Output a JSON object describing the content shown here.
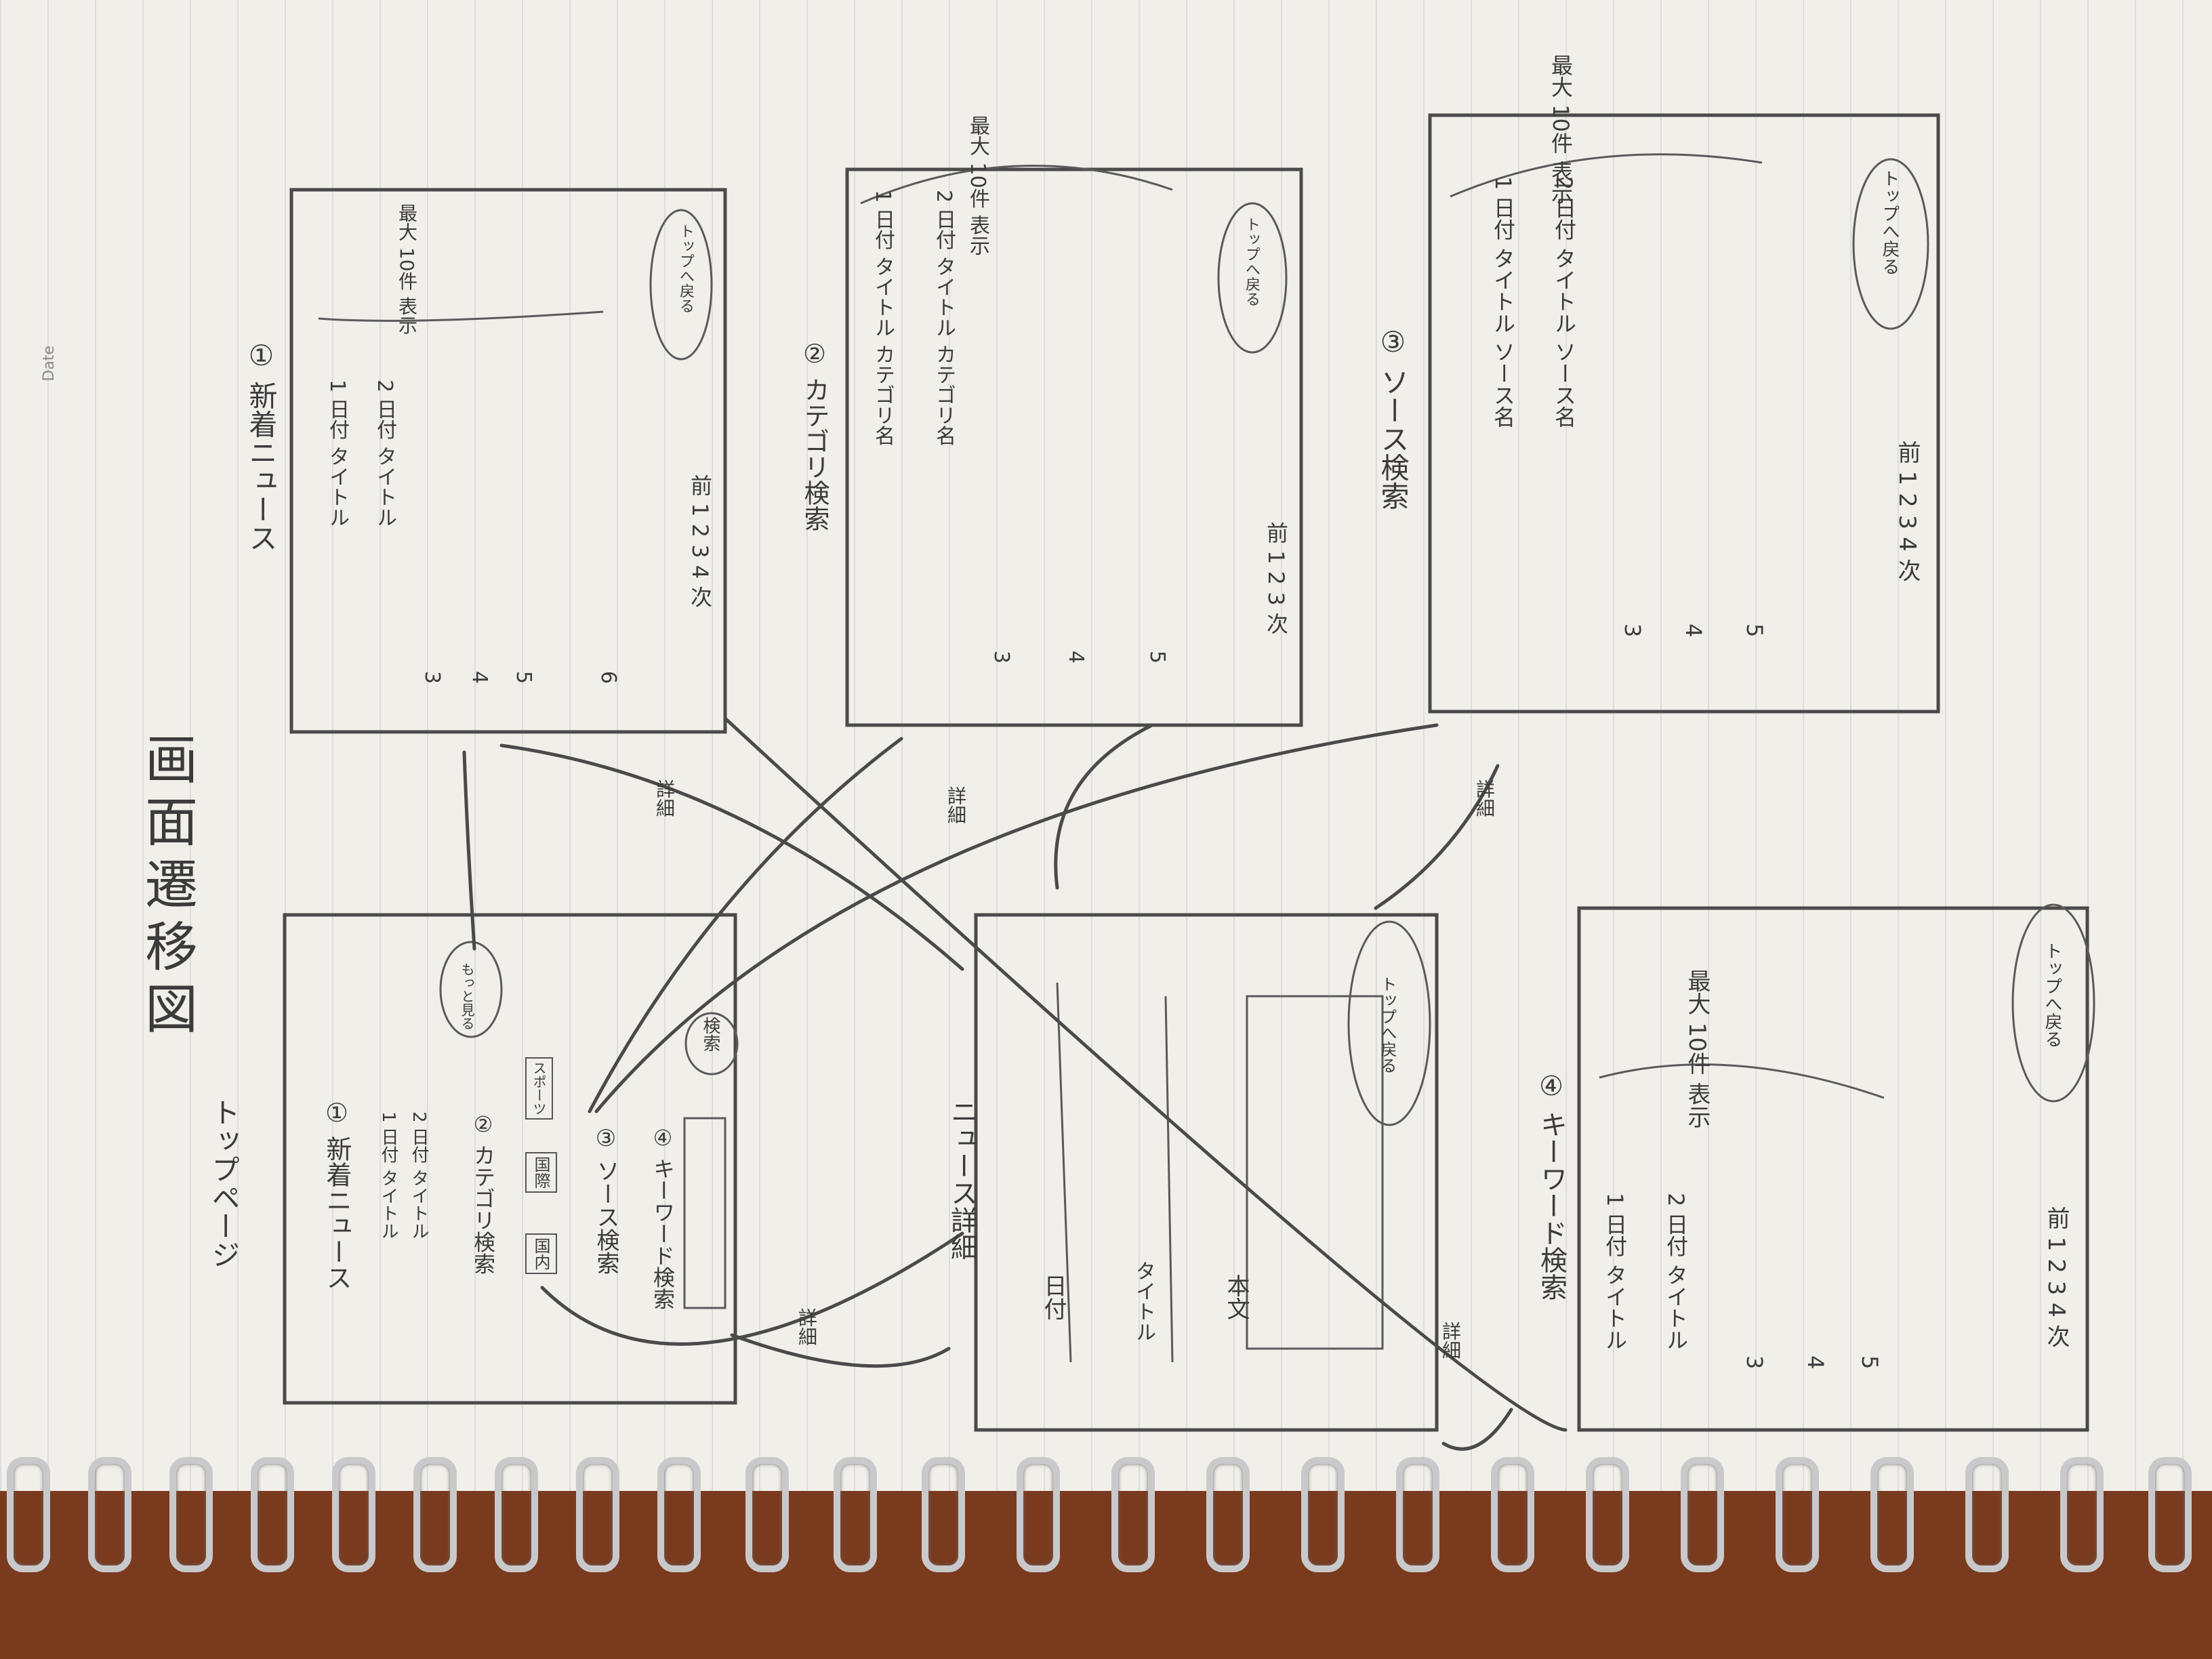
{
  "page": {
    "date_label": "Date",
    "title": "画面遷移図"
  },
  "top_page": {
    "heading": "トップページ",
    "sec1": "① 新着ニュース",
    "sec1_rows": [
      "1 日付 タイトル",
      "2 日付 タイトル"
    ],
    "sec2": "② カテゴリ検索",
    "sec2_buttons": [
      "国内",
      "国際",
      "スポーツ"
    ],
    "sec3": "③ ソース検索",
    "sec4": "④ キーワード検索",
    "search_button": "検索",
    "more_button": "もっと見る",
    "detail_label": "詳細"
  },
  "screen1": {
    "title": "① 新着ニュース",
    "rows": [
      "1 日付 タイトル",
      "2 日付 タイトル",
      "3",
      "4",
      "5",
      "6"
    ],
    "note": "最大 10件 表示",
    "pager": "前 1 2 3 4 次",
    "back_button": "トップへ戻る",
    "detail_label": "詳細"
  },
  "screen2": {
    "title": "② カテゴリ検索",
    "rows": [
      "1 日付 タイトル カテゴリ名",
      "2 日付 タイトル カテゴリ名",
      "3",
      "4",
      "5"
    ],
    "note": "最大 10件 表示",
    "pager": "前 1 2 3 次",
    "back_button": "トップへ戻る",
    "detail_label": "詳細"
  },
  "screen3": {
    "title": "③ ソース検索",
    "rows": [
      "1 日付 タイトル ソース名",
      "2 日付 タイトル ソース名",
      "3",
      "4",
      "5"
    ],
    "note": "最大 10件 表示",
    "pager": "前 1 2 3 4 次",
    "back_button": "トップへ戻る",
    "detail_label": "詳細"
  },
  "detail": {
    "title": "ニュース詳細",
    "field_date": "日付",
    "field_title": "タイトル",
    "field_body": "本文",
    "back_button": "トップへ戻る",
    "detail_label": "詳細"
  },
  "screen4": {
    "title": "④ キーワード検索",
    "rows": [
      "1 日付 タイトル",
      "2 日付 タイトル",
      "3",
      "4",
      "5"
    ],
    "note": "最大 10件 表示",
    "pager": "前 1 2 3 4 次",
    "back_button": "トップへ戻る"
  }
}
